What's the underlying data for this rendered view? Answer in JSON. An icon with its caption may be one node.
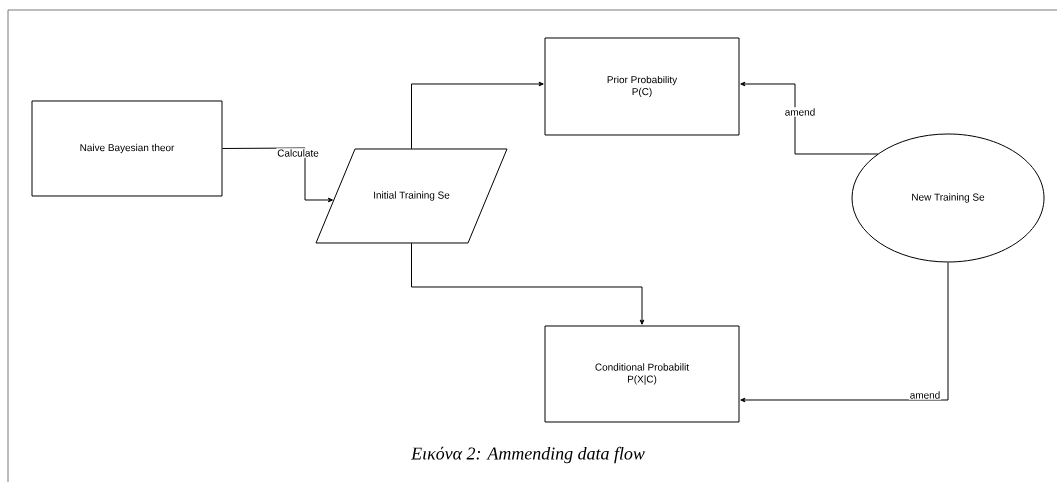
{
  "diagram": {
    "caption": "Εικόνα 2: Ammending data flow",
    "nodes": [
      {
        "text": [
          "Naive Bayesian theor"
        ]
      },
      {
        "text": [
          "Prior Probability",
          "P(C)"
        ]
      },
      {
        "text": [
          "Initial Training Se"
        ]
      },
      {
        "text": [
          "Conditional Probabilit",
          "P(X|C)"
        ]
      },
      {
        "text": [
          "New Training Se"
        ]
      }
    ],
    "edges": [
      {
        "from": 0,
        "to": 2,
        "arrow": "to",
        "label": "Calculate"
      },
      {
        "from": 2,
        "to": 1,
        "arrow": "to"
      },
      {
        "from": 2,
        "to": 3,
        "arrow": "to"
      },
      {
        "from": 4,
        "to": 1,
        "arrow": "to",
        "label": "amend"
      },
      {
        "from": 4,
        "to": 3,
        "arrow": "to",
        "label": "amend"
      }
    ]
  }
}
